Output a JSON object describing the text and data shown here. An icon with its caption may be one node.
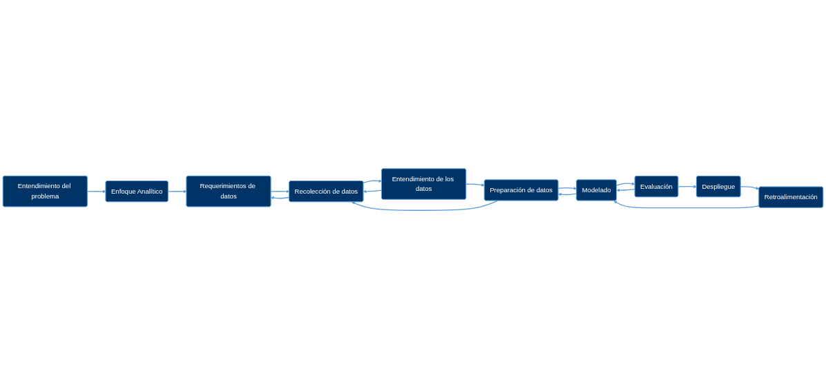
{
  "diagram": {
    "nodes": [
      {
        "text": [
          "Entendimiento del problema"
        ]
      },
      {
        "text": [
          "Enfoque Analítico"
        ]
      },
      {
        "text": [
          "Requerimientos de datos"
        ]
      },
      {
        "text": [
          "Recolección de datos"
        ]
      },
      {
        "text": [
          "Entendimiento de los datos"
        ]
      },
      {
        "text": [
          "Preparación de datos"
        ]
      },
      {
        "text": [
          "Modelado"
        ]
      },
      {
        "text": [
          "Evaluación"
        ]
      },
      {
        "text": [
          "Despliegue"
        ]
      },
      {
        "text": [
          "Retroalimentación"
        ]
      }
    ],
    "edges": [
      {
        "from": 0,
        "to": 1,
        "arrow": "to"
      },
      {
        "from": 1,
        "to": 2,
        "arrow": "to"
      },
      {
        "from": 2,
        "to": 3,
        "arrow": "to"
      },
      {
        "from": 3,
        "to": 2,
        "arrow": "to"
      },
      {
        "from": 3,
        "to": 4,
        "arrow": "to"
      },
      {
        "from": 4,
        "to": 3,
        "arrow": "to"
      },
      {
        "from": 4,
        "to": 5,
        "arrow": "to"
      },
      {
        "from": 5,
        "to": 3,
        "arrow": "to"
      },
      {
        "from": 6,
        "to": 5,
        "arrow": "to"
      },
      {
        "from": 5,
        "to": 6,
        "arrow": "to"
      },
      {
        "from": 7,
        "to": 6,
        "arrow": "to"
      },
      {
        "from": 6,
        "to": 7,
        "arrow": "to"
      },
      {
        "from": 7,
        "to": 8,
        "arrow": "to"
      },
      {
        "from": 8,
        "to": 9,
        "arrow": "to"
      },
      {
        "from": 9,
        "to": 6,
        "arrow": "to"
      }
    ]
  }
}
